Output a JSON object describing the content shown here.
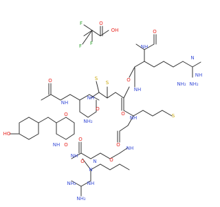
{
  "colors": {
    "carbon": "#303030",
    "oxygen": "#e8251f",
    "nitrogen": "#3b4fd8",
    "sulfur": "#c9a400",
    "fluorine": "#2ca02c",
    "background": "#ffffff"
  },
  "labels": {
    "tfa_o_double": "O",
    "tfa_oh": "OH",
    "tfa_f1": "F",
    "tfa_f2": "F",
    "tfa_f3": "F",
    "nh_acetyl": "NH",
    "o_acetyl": "O",
    "nh_guan_top": "N",
    "nh2_guan_top1": "NH",
    "nh2_guan_top2": "NH₂",
    "n_guan_top2": "NH₂",
    "o_arg_top": "O",
    "nh_cys1": "NH",
    "s1": "S",
    "s2": "S",
    "o_cys1": "O",
    "nh_met": "NH",
    "s_met": "S",
    "o_met": "O",
    "nh_lower": "NH",
    "nh_cys2": "NH",
    "nh2_cys2": "NH₂",
    "o_cys2": "O",
    "o_chain_mid": "O",
    "o_upper_left": "O",
    "nh_upper_left": "NH",
    "ho_tyr": "HO",
    "nh_tyr": "NH",
    "o_tyr": "O",
    "o_tyr2": "O",
    "nh_arg2": "NH",
    "o_arg2": "O",
    "nh_arg2b": "N",
    "o_lower_chain": "O",
    "n_guan_bottom": "N",
    "nh_guan_bottom": "NH",
    "nh2_guan_bottom1": "NH₂",
    "nh2_guan_bottom2": "NH₂"
  }
}
